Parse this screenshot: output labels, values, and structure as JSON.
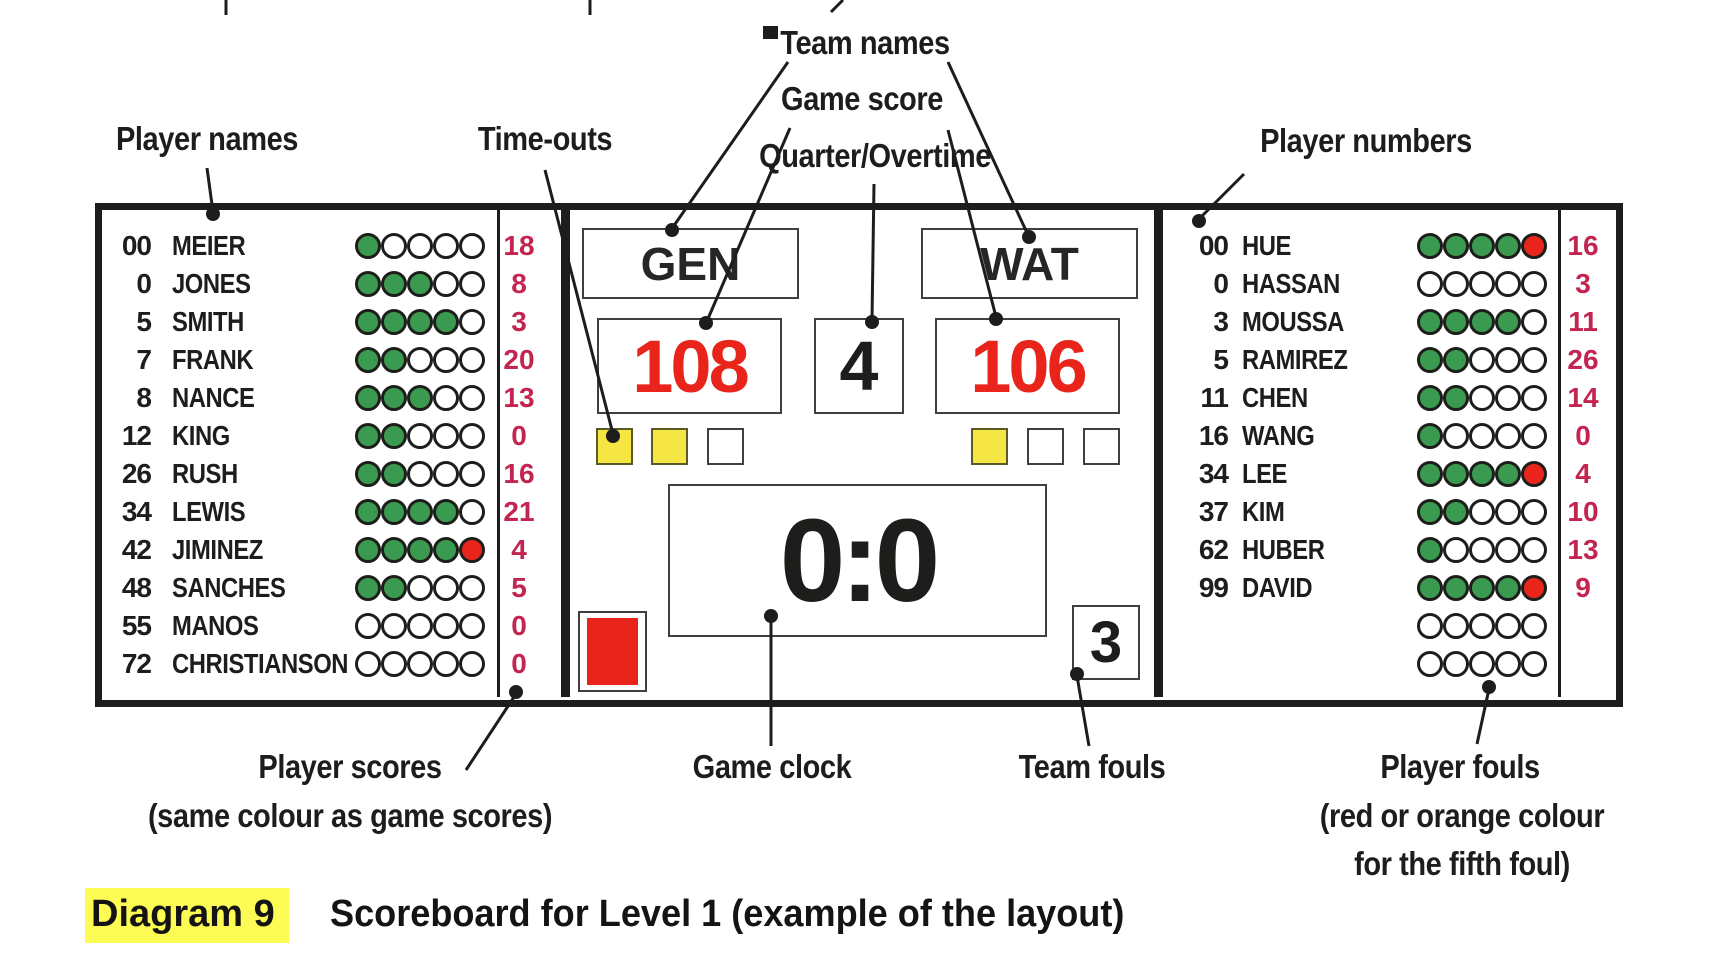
{
  "annotations": {
    "player_names": "Player names",
    "time_outs": "Time-outs",
    "team_names": "Team names",
    "game_score": "Game score",
    "quarter_overtime": "Quarter/Overtime",
    "player_numbers": "Player numbers",
    "player_scores": "Player scores",
    "player_scores_note": "(same colour as game scores)",
    "game_clock": "Game clock",
    "team_fouls": "Team fouls",
    "player_fouls": "Player fouls",
    "player_fouls_note1": "(red or orange colour",
    "player_fouls_note2": "for the fifth foul)"
  },
  "scoreboard": {
    "home": {
      "name": "GEN",
      "score": "108",
      "timeouts": [
        "used",
        "used",
        "unused"
      ]
    },
    "away": {
      "name": "WAT",
      "score": "106",
      "timeouts": [
        "used",
        "unused",
        "unused"
      ]
    },
    "quarter": "4",
    "clock": "0:0",
    "team_fouls": "3",
    "left_players": [
      {
        "number": "00",
        "name": "MEIER",
        "fouls": [
          "g",
          "w",
          "w",
          "w",
          "w"
        ],
        "score": "18"
      },
      {
        "number": "0",
        "name": "JONES",
        "fouls": [
          "g",
          "g",
          "g",
          "w",
          "w"
        ],
        "score": "8"
      },
      {
        "number": "5",
        "name": "SMITH",
        "fouls": [
          "g",
          "g",
          "g",
          "g",
          "w"
        ],
        "score": "3"
      },
      {
        "number": "7",
        "name": "FRANK",
        "fouls": [
          "g",
          "g",
          "w",
          "w",
          "w"
        ],
        "score": "20"
      },
      {
        "number": "8",
        "name": "NANCE",
        "fouls": [
          "g",
          "g",
          "g",
          "w",
          "w"
        ],
        "score": "13"
      },
      {
        "number": "12",
        "name": "KING",
        "fouls": [
          "g",
          "g",
          "w",
          "w",
          "w"
        ],
        "score": "0"
      },
      {
        "number": "26",
        "name": "RUSH",
        "fouls": [
          "g",
          "g",
          "w",
          "w",
          "w"
        ],
        "score": "16"
      },
      {
        "number": "34",
        "name": "LEWIS",
        "fouls": [
          "g",
          "g",
          "g",
          "g",
          "w"
        ],
        "score": "21"
      },
      {
        "number": "42",
        "name": "JIMINEZ",
        "fouls": [
          "g",
          "g",
          "g",
          "g",
          "r"
        ],
        "score": "4"
      },
      {
        "number": "48",
        "name": "SANCHES",
        "fouls": [
          "g",
          "g",
          "w",
          "w",
          "w"
        ],
        "score": "5"
      },
      {
        "number": "55",
        "name": "MANOS",
        "fouls": [
          "w",
          "w",
          "w",
          "w",
          "w"
        ],
        "score": "0"
      },
      {
        "number": "72",
        "name": "CHRISTIANSON",
        "fouls": [
          "w",
          "w",
          "w",
          "w",
          "w"
        ],
        "score": "0"
      }
    ],
    "right_players": [
      {
        "number": "00",
        "name": "HUE",
        "fouls": [
          "g",
          "g",
          "g",
          "g",
          "r"
        ],
        "score": "16"
      },
      {
        "number": "0",
        "name": "HASSAN",
        "fouls": [
          "w",
          "w",
          "w",
          "w",
          "w"
        ],
        "score": "3"
      },
      {
        "number": "3",
        "name": "MOUSSA",
        "fouls": [
          "g",
          "g",
          "g",
          "g",
          "w"
        ],
        "score": "11"
      },
      {
        "number": "5",
        "name": "RAMIREZ",
        "fouls": [
          "g",
          "g",
          "w",
          "w",
          "w"
        ],
        "score": "26"
      },
      {
        "number": "11",
        "name": "CHEN",
        "fouls": [
          "g",
          "g",
          "w",
          "w",
          "w"
        ],
        "score": "14"
      },
      {
        "number": "16",
        "name": "WANG",
        "fouls": [
          "g",
          "w",
          "w",
          "w",
          "w"
        ],
        "score": "0"
      },
      {
        "number": "34",
        "name": "LEE",
        "fouls": [
          "g",
          "g",
          "g",
          "g",
          "r"
        ],
        "score": "4"
      },
      {
        "number": "37",
        "name": "KIM",
        "fouls": [
          "g",
          "g",
          "w",
          "w",
          "w"
        ],
        "score": "10"
      },
      {
        "number": "62",
        "name": "HUBER",
        "fouls": [
          "g",
          "w",
          "w",
          "w",
          "w"
        ],
        "score": "13"
      },
      {
        "number": "99",
        "name": "DAVID",
        "fouls": [
          "g",
          "g",
          "g",
          "g",
          "r"
        ],
        "score": "9"
      },
      {
        "number": "",
        "name": "",
        "fouls": [
          "w",
          "w",
          "w",
          "w",
          "w"
        ],
        "score": ""
      },
      {
        "number": "",
        "name": "",
        "fouls": [
          "w",
          "w",
          "w",
          "w",
          "w"
        ],
        "score": ""
      }
    ]
  },
  "caption": {
    "tag": "Diagram 9",
    "text": "Scoreboard for Level 1 (example of the layout)"
  },
  "colors": {
    "game_score_red": "#E9241A",
    "player_score_crimson": "#C32450",
    "foul_green": "#3A9B50",
    "fifth_foul_red": "#E9241A",
    "timeout_yellow": "#F5E644",
    "caption_highlight_yellow": "#FCFC54",
    "ink": "#1D1D1B"
  }
}
